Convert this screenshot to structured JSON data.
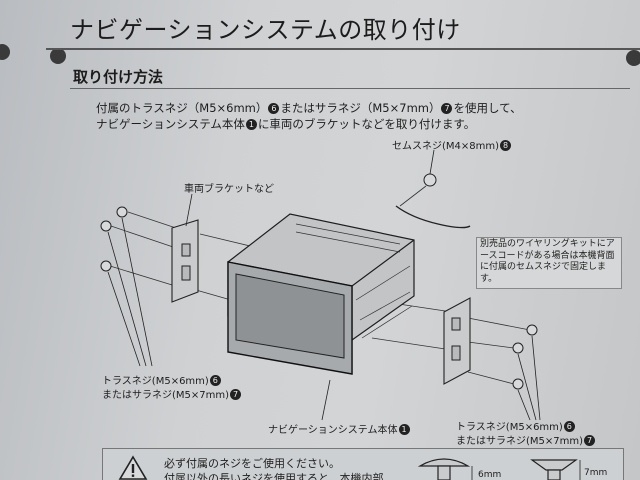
{
  "header": {
    "title": "ナビゲーションシステムの取り付け"
  },
  "section": {
    "heading": "取り付け方法",
    "intro_line1_a": "付属のトラスネジ（M5×6mm）",
    "intro_num_a": "6",
    "intro_line1_b": "またはサラネジ（M5×7mm）",
    "intro_num_b": "7",
    "intro_line1_c": "を使用して、",
    "intro_line2_a": "ナビゲーションシステム本体",
    "intro_num_c": "1",
    "intro_line2_b": "に車両のブラケットなどを取り付けます。"
  },
  "labels": {
    "sems_screw": "セムスネジ(M4×8mm)",
    "sems_num": "8",
    "vehicle_bracket": "車両ブラケットなど",
    "left_truss": "トラスネジ(M5×6mm)",
    "left_truss_num": "6",
    "left_flat": "またはサラネジ(M5×7mm)",
    "left_flat_num": "7",
    "main_unit": "ナビゲーションシステム本体",
    "main_unit_num": "1",
    "right_truss": "トラスネジ(M5×6mm)",
    "right_truss_num": "6",
    "right_flat": "またはサラネジ(M5×7mm)",
    "right_flat_num": "7"
  },
  "note": {
    "text": "別売品のワイヤリングキットにアースコードがある場合は本機背面に付属のセムスネジで固定します。"
  },
  "warning": {
    "line1": "必ず付属のネジをご使用ください。",
    "line2": "付属以外の長いネジを使用すると、本機内部",
    "dim_truss": "6mm",
    "dim_flat": "7mm"
  }
}
